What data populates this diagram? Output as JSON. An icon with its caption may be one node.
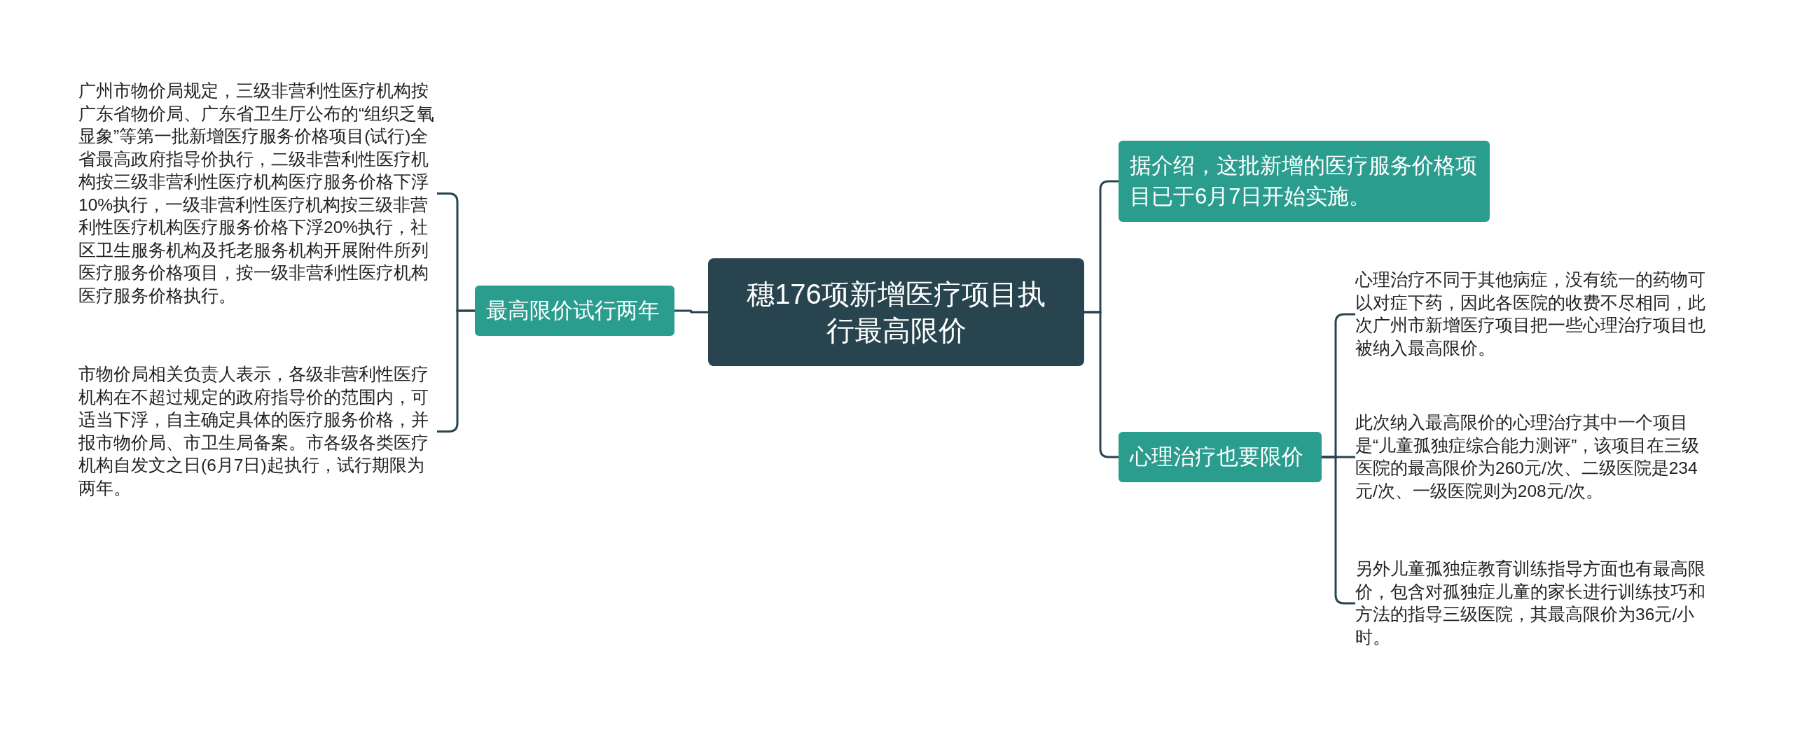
{
  "diagram": {
    "nodes": [
      {
        "text": [
          "穗176项新增医疗项目执行最高限价"
        ]
      },
      {
        "text": [
          "最高限价试行两年"
        ]
      },
      {
        "text": [
          "广州市物价局规定，三级非营利性医疗机构按广东省物价局、广东省卫生厅公布的“组织乏氧显象”等第一批新增医疗服务价格项目(试行)全省最高政府指导价执行，二级非营利性医疗机构按三级非营利性医疗机构医疗服务价格下浮10%执行，一级非营利性医疗机构按三级非营利性医疗机构医疗服务价格下浮20%执行，社区卫生服务机构及托老服务机构开展附件所列医疗服务价格项目，按一级非营利性医疗机构医疗服务价格执行。"
        ]
      },
      {
        "text": [
          "市物价局相关负责人表示，各级非营利性医疗机构在不超过规定的政府指导价的范围内，可适当下浮，自主确定具体的医疗服务价格，并报市物价局、市卫生局备案。市各级各类医疗机构自发文之日(6月7日)起执行，试行期限为两年。"
        ]
      },
      {
        "text": [
          "据介绍，这批新增的医疗服务价格项目已于6月7日开始实施。"
        ]
      },
      {
        "text": [
          "心理治疗也要限价"
        ]
      },
      {
        "text": [
          "心理治疗不同于其他病症，没有统一的药物可以对症下药，因此各医院的收费不尽相同，此次广州市新增医疗项目把一些心理治疗项目也被纳入最高限价。"
        ]
      },
      {
        "text": [
          "此次纳入最高限价的心理治疗其中一个项目是“儿童孤独症综合能力测评”，该项目在三级医院的最高限价为260元/次、二级医院是234元/次、一级医院则为208元/次。"
        ]
      },
      {
        "text": [
          "另外儿童孤独症教育训练指导方面也有最高限价，包含对孤独症儿童的家长进行训练技巧和方法的指导三级医院，其最高限价为36元/小时。"
        ]
      }
    ],
    "edges": [
      {
        "from": 0,
        "to": 1,
        "arrow": "none"
      },
      {
        "from": 1,
        "to": 2,
        "arrow": "none"
      },
      {
        "from": 1,
        "to": 3,
        "arrow": "none"
      },
      {
        "from": 0,
        "to": 4,
        "arrow": "none"
      },
      {
        "from": 0,
        "to": 5,
        "arrow": "none"
      },
      {
        "from": 5,
        "to": 6,
        "arrow": "none"
      },
      {
        "from": 5,
        "to": 7,
        "arrow": "none"
      },
      {
        "from": 5,
        "to": 8,
        "arrow": "none"
      }
    ]
  }
}
